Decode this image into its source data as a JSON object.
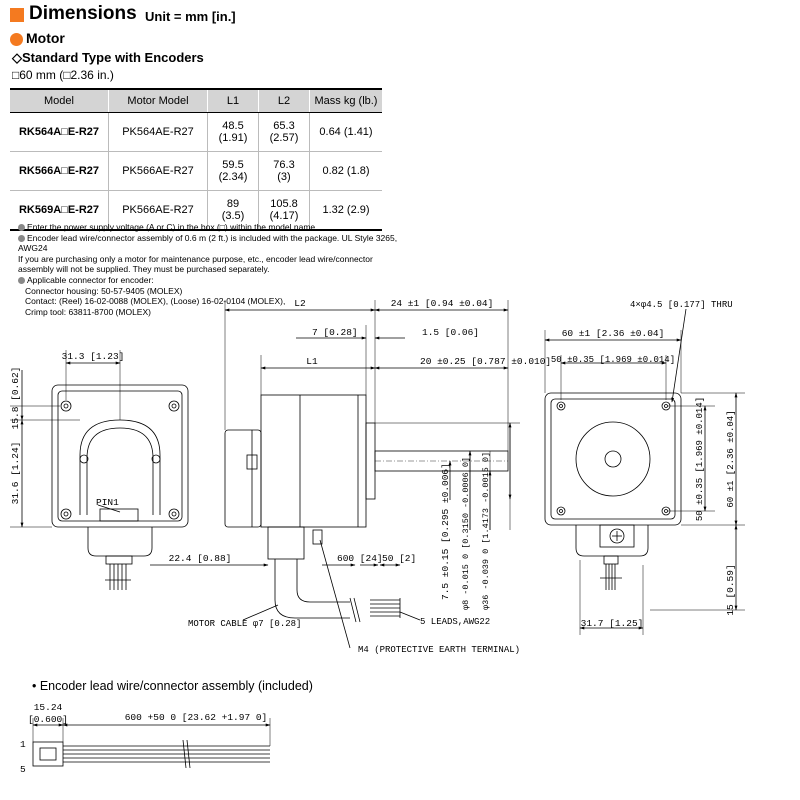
{
  "header": {
    "title": "Dimensions",
    "unit": "Unit = mm [in.]"
  },
  "section": "Motor",
  "type_label": "◇Standard Type with Encoders",
  "size_label": "□60 mm (□2.36 in.)",
  "table": {
    "headers": [
      "Model",
      "Motor Model",
      "L1",
      "L2",
      "Mass kg (lb.)"
    ],
    "rows": [
      {
        "model": "RK564A□E-R27",
        "motor": "PK564AE-R27",
        "l1a": "48.5",
        "l1b": "(1.91)",
        "l2a": "65.3",
        "l2b": "(2.57)",
        "mass": "0.64 (1.41)"
      },
      {
        "model": "RK566A□E-R27",
        "motor": "PK566AE-R27",
        "l1a": "59.5",
        "l1b": "(2.34)",
        "l2a": "76.3",
        "l2b": "(3)",
        "mass": "0.82 (1.8)"
      },
      {
        "model": "RK569A□E-R27",
        "motor": "PK566AE-R27",
        "l1a": "89",
        "l1b": "(3.5)",
        "l2a": "105.8",
        "l2b": "(4.17)",
        "mass": "1.32 (2.9)"
      }
    ]
  },
  "notes": {
    "n1": "Enter the power supply voltage (A or C) in the box (□) within the model name.",
    "n2a": "Encoder lead wire/connector assembly of 0.6 m (2 ft.) is included with the package. UL Style 3265, AWG24",
    "n2b": "If you are purchasing only a motor for maintenance purpose, etc., encoder lead wire/connector",
    "n2c": "assembly will not be supplied. They must be purchased separately.",
    "n3": "Applicable connector for encoder:",
    "n3a": "Connector housing: 50-57-9405 (MOLEX)",
    "n3b": "Contact: (Reel) 16-02-0088 (MOLEX), (Loose) 16-02-0104 (MOLEX),",
    "n3c": "Crimp tool: 63811-8700 (MOLEX)"
  },
  "drawing": {
    "d_313": "31.3 [1.23]",
    "d_158": "15.8 [0.62]",
    "d_316": "31.6 [1.24]",
    "pin1": "PIN1",
    "d_224": "22.4 [0.88]",
    "l2": "L2",
    "l1": "L1",
    "d_7": "7 [0.28]",
    "d_24": "24 ±1 [0.94 ±0.04]",
    "d_15": "1.5 [0.06]",
    "d_20": "20 ±0.25 [0.787 ±0.010]",
    "d_75": "7.5 ±0.15 [0.295 ±0.006]",
    "d_8": "φ8 -0.015 0 [0.3150 -0.0006 0]",
    "d_36": "φ36 -0.039 0 [1.4173 -0.0015 0]",
    "d_600": "600 [24]",
    "d_50": "50 [2]",
    "motor_cable": "MOTOR CABLE φ7 [0.28]",
    "leads": "5 LEADS,AWG22",
    "m4": "M4 (PROTECTIVE EARTH TERMINAL)",
    "thru": "4×φ4.5 [0.177] THRU",
    "d_60": "60 ±1 [2.36 ±0.04]",
    "d_50b": "50 ±0.35 [1.969 ±0.014]",
    "d_50v": "50 ±0.35 [1.969 ±0.014]",
    "d_60v": "60 ±1 [2.36 ±0.04]",
    "d_15v": "15 [0.59]",
    "d_317": "31.7 [1.25]"
  },
  "encoder": {
    "title": "• Encoder lead wire/connector assembly (included)",
    "d_1524": "15.24",
    "d_0600": "[0.600]",
    "len": "600 +50 0 [23.62 +1.97 0]",
    "pin_1": "1",
    "pin_5": "5"
  }
}
